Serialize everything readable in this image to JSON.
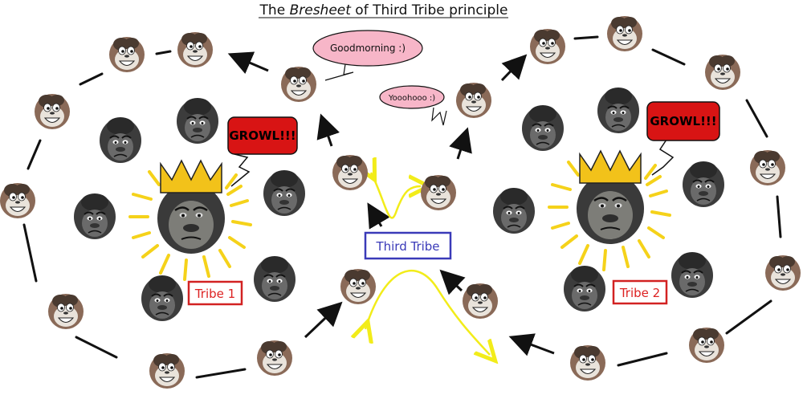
{
  "title": {
    "prefix": "The ",
    "emphasis": "Bresheet",
    "suffix": " of Third Tribe principle"
  },
  "bubbles": {
    "greeting_1": "Goodmorning :)",
    "greeting_2": "Yooohooo :)",
    "growl_1": "GROWL!!!",
    "growl_2": "GROWL!!!"
  },
  "labels": {
    "tribe_1": "Tribe 1",
    "tribe_2": "Tribe 2",
    "third_tribe": "Third Tribe"
  },
  "colors": {
    "crown": "#f2c21a",
    "rays": "#f5d21a",
    "growl_bubble": "#d81414",
    "speech_bubble": "#f7b6c8",
    "tribe_label": "#d22222",
    "third_tribe_label": "#3a3ab8",
    "curve_arrows": "#f2ec1a",
    "arrows": "#111111"
  },
  "icons": {
    "happy_gorilla": "happy-gorilla-icon",
    "sad_gorilla": "sad-gorilla-icon",
    "king_gorilla": "king-gorilla-icon"
  }
}
